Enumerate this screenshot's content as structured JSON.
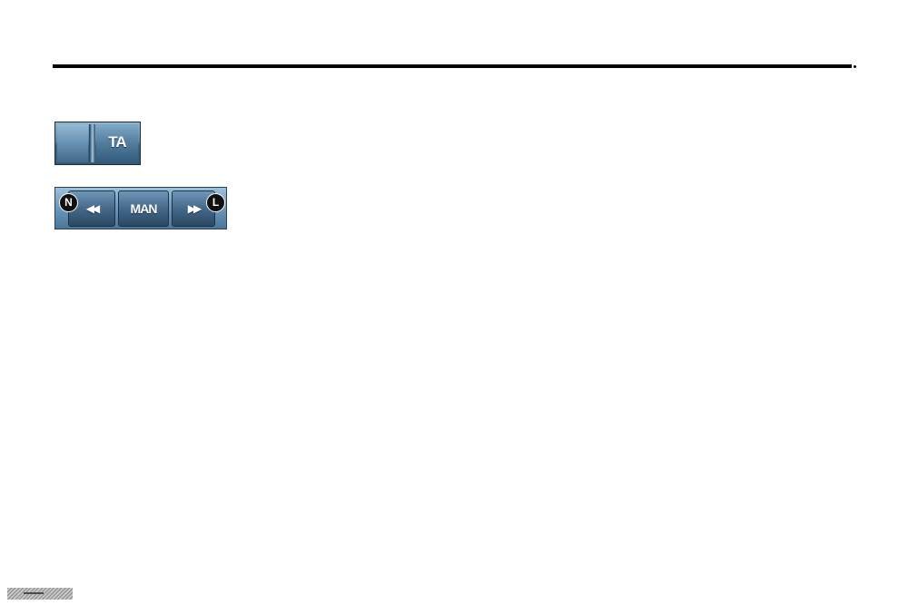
{
  "ta_button": {
    "label": "TA"
  },
  "tuning_bar": {
    "seek_back_symbol": "◀◀",
    "manual_label": "MAN",
    "seek_forward_symbol": "▶▶",
    "callout_left": "N",
    "callout_right": "L"
  },
  "colors": {
    "button_top": "#8fb6d2",
    "button_bottom": "#335977",
    "text": "#ffffff",
    "rule": "#000000"
  }
}
